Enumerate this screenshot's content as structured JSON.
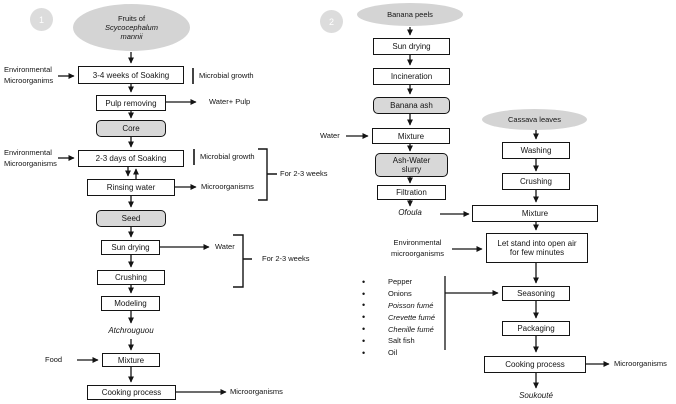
{
  "colors": {
    "shaded_fill": "#d8d8d8",
    "ellipse_fill": "#d4d4d4",
    "badge_fill": "#dcdcdc",
    "line": "#141414"
  },
  "flow1": {
    "badge": "1",
    "source": {
      "line1": "Fruits of",
      "line2": "Scycocephalum",
      "line3": "mannii"
    },
    "env1": {
      "line1": "Environmental",
      "line2": "Microorganims"
    },
    "soaking1": "3-4 weeks of Soaking",
    "microbial1": "Microbial growth",
    "pulp_removing": "Pulp removing",
    "water_pulp": "Water+ Pulp",
    "core": "Core",
    "env2": {
      "line1": "Environmental",
      "line2": "Microorganisms"
    },
    "soaking2": "2-3 days of Soaking",
    "microbial2": "Microbial growth",
    "rinsing": "Rinsing water",
    "microorganisms1": "Microorganisms",
    "seed": "Seed",
    "sun_drying": "Sun drying",
    "water": "Water",
    "crushing": "Crushing",
    "modeling": "Modeling",
    "intermediate": "Atchrouguou",
    "food": "Food",
    "mixture": "Mixture",
    "cooking": "Cooking process",
    "microorganisms2": "Microorganisms",
    "bracket1": "For 2-3 weeks",
    "bracket2": "For 2-3 weeks"
  },
  "flow2": {
    "badge": "2",
    "source1": "Banana peels",
    "sun_drying": "Sun drying",
    "incineration": "Incineration",
    "banana_ash": "Banana ash",
    "water": "Water",
    "mixture1": "Mixture",
    "slurry": {
      "line1": "Ash-Water",
      "line2": "slurry"
    },
    "filtration": "Filtration",
    "intermediate": "Ofoula",
    "source2": "Cassava leaves",
    "washing": "Washing",
    "crushing": "Crushing",
    "mixture2": "Mixture",
    "let_stand": {
      "line1": "Let stand into open air",
      "line2": "for few minutes"
    },
    "env": {
      "line1": "Environmental",
      "line2": "microorganisms"
    },
    "ingredients": [
      "Pepper",
      "Onions",
      "Poisson fumé",
      "Crevette fumé",
      "Chenille fumé",
      "Salt fish",
      "Oil"
    ],
    "seasoning": "Seasoning",
    "packaging": "Packaging",
    "cooking": "Cooking process",
    "microorganisms": "Microorganisms",
    "final": "Soukouté"
  }
}
